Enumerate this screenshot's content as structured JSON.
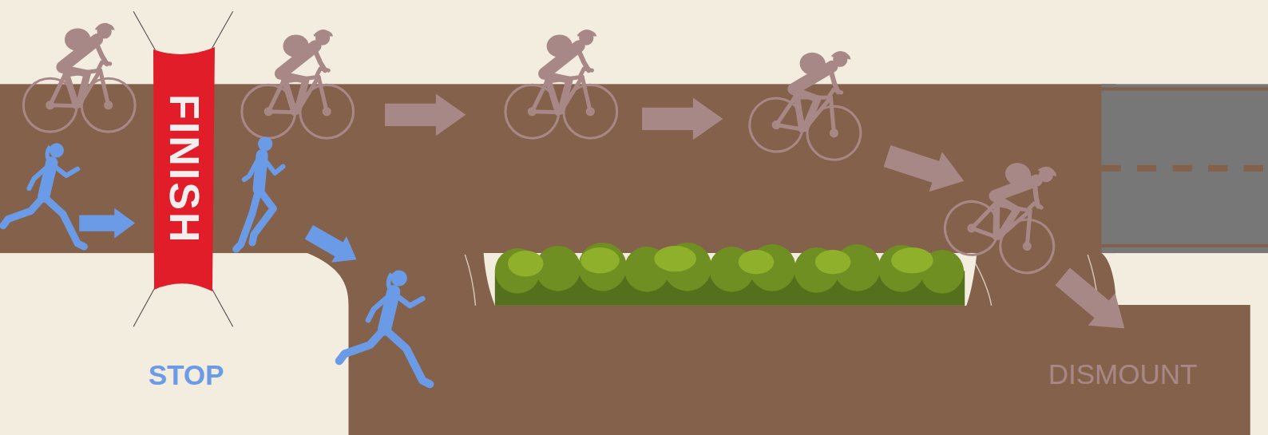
{
  "diagram": {
    "nodes": [
      {
        "text": [
          "FINISH"
        ]
      }
    ],
    "labels": [
      "STOP",
      "DISMOUNT"
    ]
  }
}
